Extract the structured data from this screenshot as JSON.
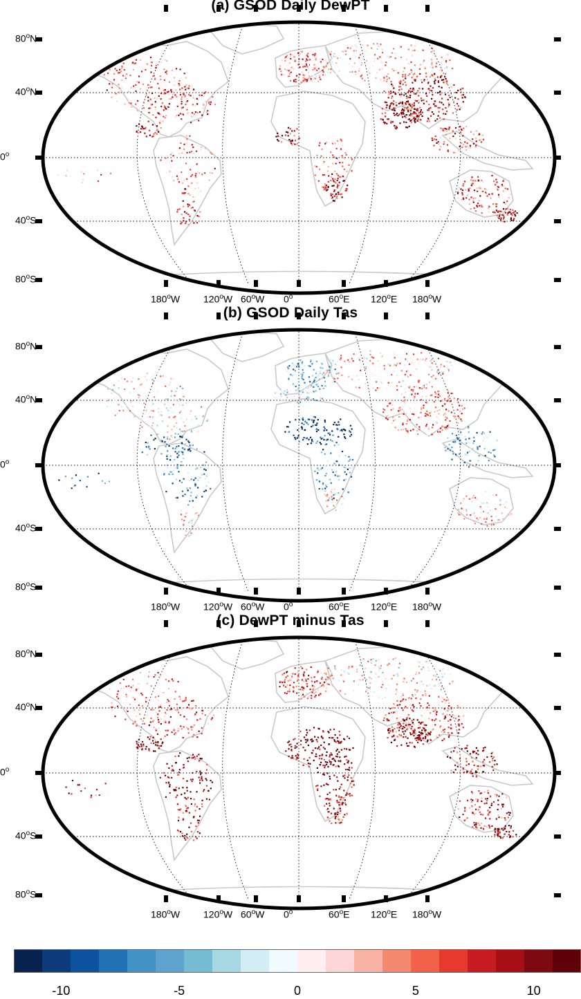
{
  "panels": [
    {
      "title": "(a) GSOD Daily DewPT",
      "key": "a"
    },
    {
      "title": "(b) GSOD Daily Tas",
      "key": "b"
    },
    {
      "title": "(c) DewPT minus Tas",
      "key": "c"
    }
  ],
  "lat_labels": [
    {
      "deg": "80",
      "hemi": "N"
    },
    {
      "deg": "40",
      "hemi": "N"
    },
    {
      "deg": "0",
      "hemi": ""
    },
    {
      "deg": "40",
      "hemi": "S"
    },
    {
      "deg": "80",
      "hemi": "S"
    }
  ],
  "lon_labels": [
    {
      "deg": "180",
      "hemi": "W"
    },
    {
      "deg": "120",
      "hemi": "W"
    },
    {
      "deg": "60",
      "hemi": "W"
    },
    {
      "deg": "0",
      "hemi": ""
    },
    {
      "deg": "60",
      "hemi": "E"
    },
    {
      "deg": "120",
      "hemi": "E"
    },
    {
      "deg": "180",
      "hemi": "W"
    }
  ],
  "colorbar": {
    "ticks": [
      "-10",
      "-5",
      "0",
      "5",
      "10"
    ],
    "tick_values": [
      -10,
      -5,
      0,
      5,
      10
    ],
    "range": [
      -12,
      12
    ],
    "colors": [
      "#08224f",
      "#0c3a7a",
      "#0d529e",
      "#2171b5",
      "#4292c6",
      "#5ea3cf",
      "#75bcd2",
      "#a5d8e2",
      "#d4eef6",
      "#f1fafe",
      "#ffeef2",
      "#fcd6d7",
      "#f9b3a4",
      "#f5896f",
      "#f2624a",
      "#e63a2e",
      "#c71b22",
      "#a50f15",
      "#7d0a12",
      "#5e0005"
    ]
  },
  "chart_data": {
    "type": "scatter",
    "projection": "Robinson",
    "colorbar_range": [
      -12,
      12
    ],
    "panels": [
      {
        "title": "(a) GSOD Daily DewPT",
        "dominant_sign": "positive"
      },
      {
        "title": "(b) GSOD Daily Tas",
        "dominant_sign": "mixed"
      },
      {
        "title": "(c) DewPT minus Tas",
        "dominant_sign": "positive"
      }
    ]
  }
}
